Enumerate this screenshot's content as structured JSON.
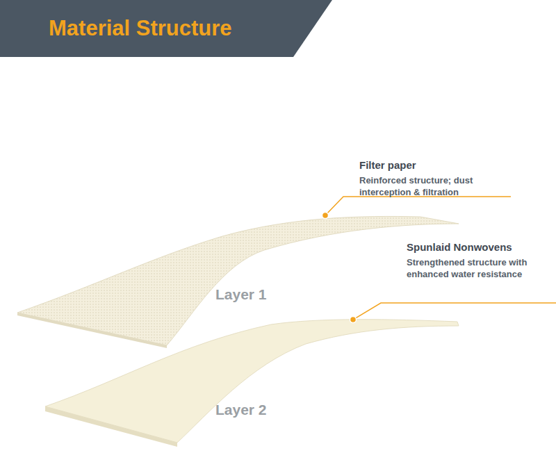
{
  "diagram": {
    "title": "Material Structure",
    "nodes": [
      {
        "text": [
          "Layer 1"
        ]
      },
      {
        "text": [
          "Layer 2"
        ]
      }
    ],
    "labels": [
      "Filter paper",
      "Reinforced structure; dust interception & filtration",
      "Spunlaid Nonwovens",
      "Strengthened structure with enhanced water resistance"
    ]
  }
}
